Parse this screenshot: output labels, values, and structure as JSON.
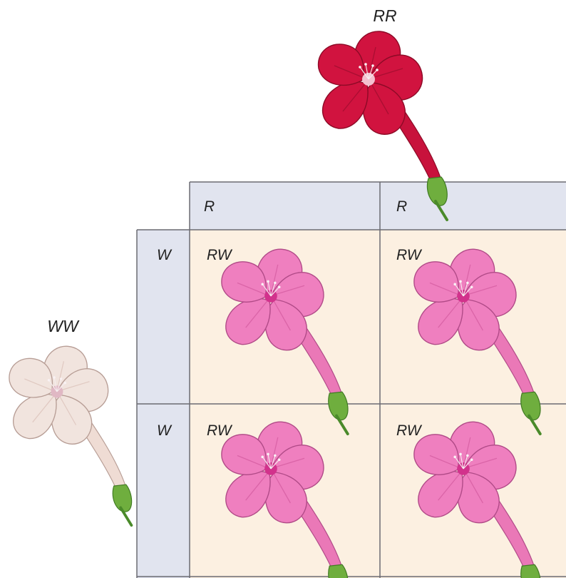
{
  "parents": {
    "top": {
      "genotype": "RR"
    },
    "left": {
      "genotype": "WW"
    }
  },
  "grid": {
    "col_headers": [
      "R",
      "R"
    ],
    "row_headers": [
      "W",
      "W"
    ],
    "cells": [
      [
        "RW",
        "RW"
      ],
      [
        "RW",
        "RW"
      ]
    ]
  },
  "colors": {
    "red_flower": "#d1133f",
    "pink_flower": "#ef7fbf",
    "white_flower": "#f1e4de",
    "header_fill": "#e1e4ef",
    "cell_fill": "#fcf0e1",
    "grid_line": "#6b6b72",
    "calyx": "#6fae3e"
  },
  "icons": [
    "red-flower-icon",
    "white-flower-icon",
    "pink-flower-icon"
  ]
}
